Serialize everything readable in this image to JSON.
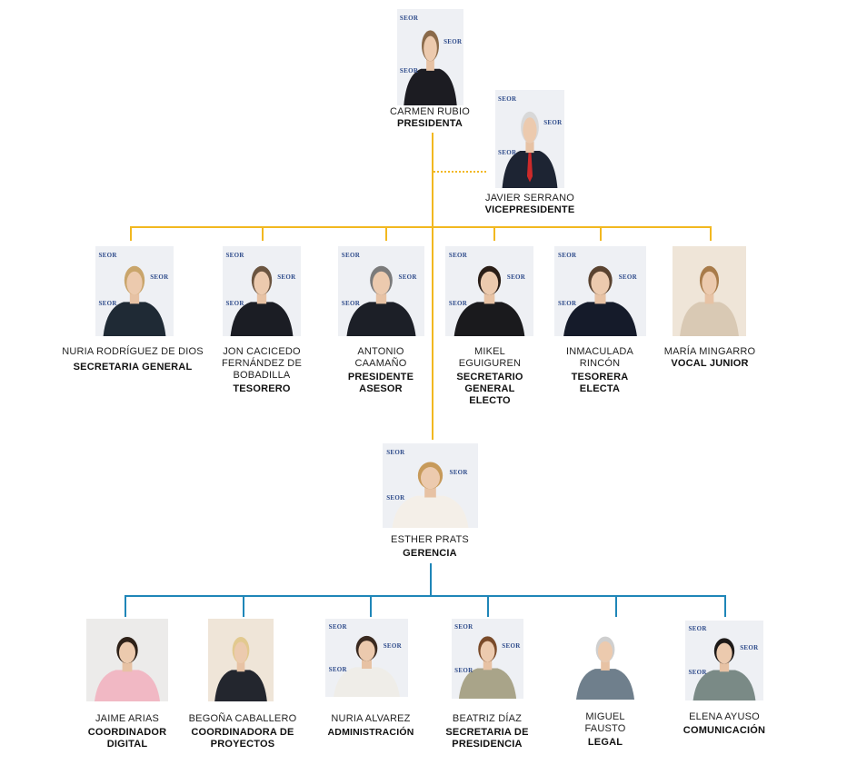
{
  "president": {
    "name": "CARMEN RUBIO",
    "role": "PRESIDENTA"
  },
  "vice_president": {
    "name": "JAVIER SERRANO",
    "role": "VICEPRESIDENTE"
  },
  "board": [
    {
      "name": "NURIA RODRÍGUEZ DE DIOS",
      "role": "SECRETARIA GENERAL"
    },
    {
      "name": "JON CACICEDO FERNÁNDEZ DE BOBADILLA",
      "role": "TESORERO"
    },
    {
      "name": "ANTONIO CAAMAÑO",
      "role": "PRESIDENTE ASESOR"
    },
    {
      "name": "MIKEL EGUIGUREN",
      "role": "SECRETARIO GENERAL ELECTO"
    },
    {
      "name": "INMACULADA RINCÓN",
      "role": "TESORERA ELECTA"
    },
    {
      "name": "MARÍA MINGARRO",
      "role": "VOCAL JUNIOR"
    }
  ],
  "manager": {
    "name": "ESTHER PRATS",
    "role": "GERENCIA"
  },
  "staff": [
    {
      "name": "JAIME ARIAS",
      "role": "COORDINADOR DIGITAL"
    },
    {
      "name": "BEGOÑA CABALLERO",
      "role": "COORDINADORA DE PROYECTOS"
    },
    {
      "name": "NURIA ALVAREZ",
      "role": "ADMINISTRACIÓN"
    },
    {
      "name": "BEATRIZ DÍAZ",
      "role": "SECRETARIA DE PRESIDENCIA"
    },
    {
      "name": "MIGUEL FAUSTO",
      "role": "LEGAL"
    },
    {
      "name": "ELENA AYUSO",
      "role": "COMUNICACIÓN"
    }
  ],
  "backdrop_logo": "SEOR",
  "colors": {
    "board_connector": "#f2b820",
    "staff_connector": "#1f86b8"
  }
}
